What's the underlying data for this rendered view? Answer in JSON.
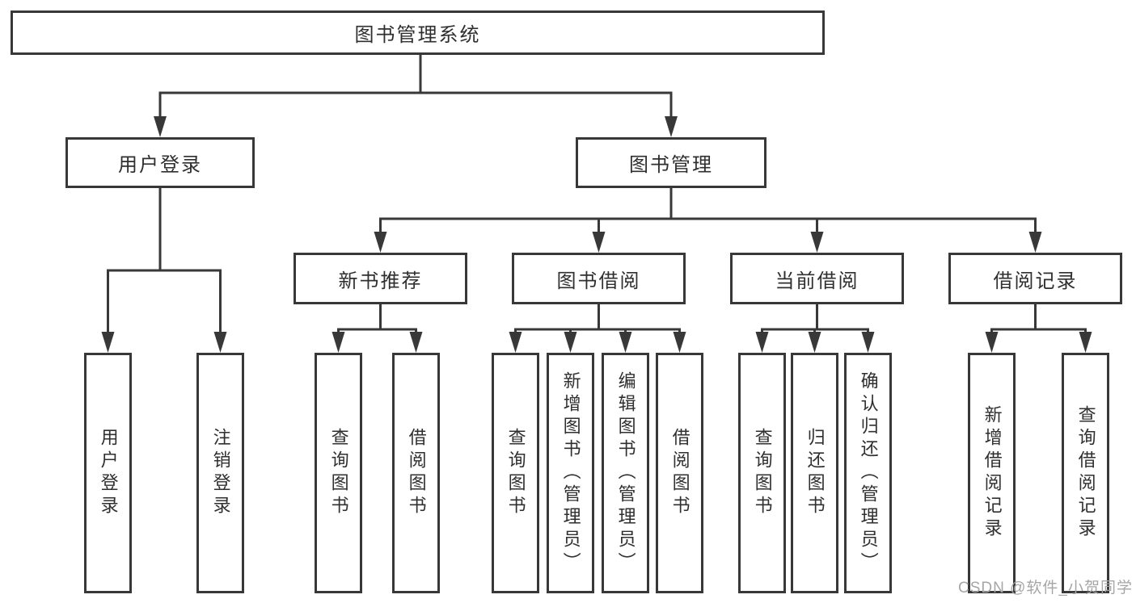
{
  "tree": {
    "label": "图书管理系统",
    "children": [
      {
        "label": "用户登录",
        "children": [
          {
            "label": "用户登录"
          },
          {
            "label": "注销登录"
          }
        ]
      },
      {
        "label": "图书管理",
        "children": [
          {
            "label": "新书推荐",
            "children": [
              {
                "label": "查询图书"
              },
              {
                "label": "借阅图书"
              }
            ]
          },
          {
            "label": "图书借阅",
            "children": [
              {
                "label": "查询图书"
              },
              {
                "label": "新增图书（管理员）"
              },
              {
                "label": "编辑图书（管理员）"
              },
              {
                "label": "借阅图书"
              }
            ]
          },
          {
            "label": "当前借阅",
            "children": [
              {
                "label": "查询图书"
              },
              {
                "label": "归还图书"
              },
              {
                "label": "确认归还（管理员）"
              }
            ]
          },
          {
            "label": "借阅记录",
            "children": [
              {
                "label": "新增借阅记录"
              },
              {
                "label": "查询借阅记录"
              }
            ]
          }
        ]
      }
    ]
  },
  "watermark": "CSDN @软件_小贺同学",
  "colors": {
    "line": "#383838",
    "box_border": "#383838",
    "text": "#2f2f2f",
    "watermark": "#a6a6a6",
    "background": "#ffffff"
  }
}
